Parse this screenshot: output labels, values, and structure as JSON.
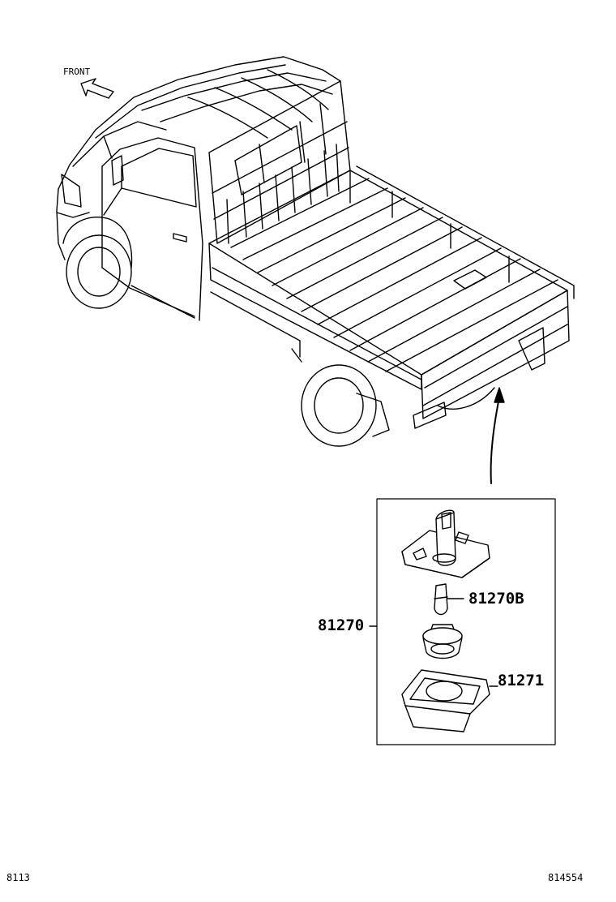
{
  "diagram": {
    "front_label": "FRONT",
    "parts": {
      "assembly": "81270",
      "bulb": "81270B",
      "lens": "81271"
    },
    "footer": {
      "left_code": "8113",
      "right_code": "814554"
    }
  }
}
